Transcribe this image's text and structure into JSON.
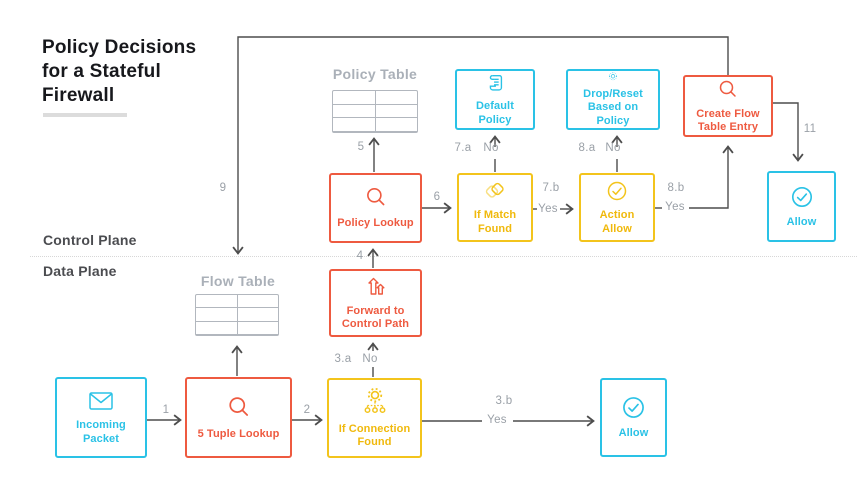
{
  "title": {
    "full": "Policy Decisions for a Stateful Firewall",
    "lines": [
      "Policy Decisions",
      "for a Stateful",
      "Firewall"
    ]
  },
  "planes": {
    "control_label": "Control Plane",
    "data_label": "Data Plane"
  },
  "tables": {
    "policy": {
      "label": "Policy Table",
      "rows": 3,
      "cols": 2
    },
    "flow": {
      "label": "Flow Table",
      "rows": 3,
      "cols": 2
    }
  },
  "nodes": {
    "incoming_packet": {
      "label": "Incoming Packet",
      "icon": "envelope-icon",
      "color": "cyan"
    },
    "five_tuple_lookup": {
      "label": "5 Tuple Lookup",
      "icon": "magnifier-icon",
      "color": "red"
    },
    "if_connection_found": {
      "label": "If Connection Found",
      "icon": "gear-network-icon",
      "color": "yellow"
    },
    "allow_data_plane": {
      "label": "Allow",
      "icon": "check-circle-icon",
      "color": "cyan"
    },
    "forward_to_control_path": {
      "label": "Forward to Control Path",
      "icon": "forward-arrows-icon",
      "color": "red"
    },
    "policy_lookup": {
      "label": "Policy Lookup",
      "icon": "magnifier-icon",
      "color": "red"
    },
    "if_match_found": {
      "label": "If Match Found",
      "icon": "overlap-squares-icon",
      "color": "yellow"
    },
    "action_allow": {
      "label": "Action Allow",
      "icon": "check-circle-icon",
      "color": "yellow"
    },
    "default_policy": {
      "label": "Default Policy",
      "icon": "policy-scroll-icon",
      "color": "cyan"
    },
    "drop_reset": {
      "label": "Drop/Reset Based on Policy",
      "icon": "cycle-icon",
      "color": "cyan"
    },
    "create_flow_table_entry": {
      "label": "Create Flow Table Entry",
      "icon": "magnifier-icon",
      "color": "red"
    },
    "allow_control_plane": {
      "label": "Allow",
      "icon": "check-circle-icon",
      "color": "cyan"
    }
  },
  "edges": {
    "step1": "1",
    "step2": "2",
    "step3a": "3.a",
    "step3a_no": "No",
    "step3b": "3.b",
    "step3b_yes": "Yes",
    "step4": "4",
    "step5": "5",
    "step6": "6",
    "step7a": "7.a",
    "step7a_no": "No",
    "step7b": "7.b",
    "step7b_yes": "Yes",
    "step8a": "8.a",
    "step8a_no": "No",
    "step8b": "8.b",
    "step8b_yes": "Yes",
    "step9": "9",
    "step11": "11"
  },
  "colors": {
    "cyan": "#2ac2e6",
    "red": "#ee5a40",
    "yellow": "#f3c41c",
    "table_gray": "#aab0b8",
    "line_gray": "#4d4d4d",
    "edge_label_gray": "#9aa0a7",
    "title_black": "#17181c"
  }
}
